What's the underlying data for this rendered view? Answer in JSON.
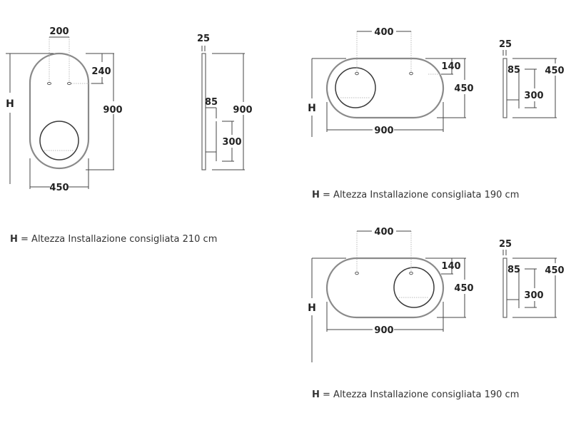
{
  "drawing_vertical": {
    "front": {
      "hole_spacing": "200",
      "hole_offset": "240",
      "height": "900",
      "width": "450",
      "h_label": "H"
    },
    "side": {
      "thickness": "25",
      "depth": "85",
      "bracket": "300",
      "height": "900"
    },
    "note": {
      "h": "H",
      "text": " = Altezza Installazione consigliata 210 cm"
    }
  },
  "drawing_horizontal_left": {
    "front": {
      "hole_spacing": "400",
      "hole_offset": "140",
      "height": "450",
      "width": "900",
      "h_label": "H"
    },
    "side": {
      "thickness": "25",
      "depth": "85",
      "bracket": "300",
      "height": "450"
    },
    "note": {
      "h": "H",
      "text": " = Altezza Installazione consigliata 190 cm"
    }
  },
  "drawing_horizontal_right": {
    "front": {
      "hole_spacing": "400",
      "hole_offset": "140",
      "height": "450",
      "width": "900",
      "h_label": "H"
    },
    "side": {
      "thickness": "25",
      "depth": "85",
      "bracket": "300",
      "height": "450"
    },
    "note": {
      "h": "H",
      "text": " = Altezza Installazione consigliata 190 cm"
    }
  }
}
